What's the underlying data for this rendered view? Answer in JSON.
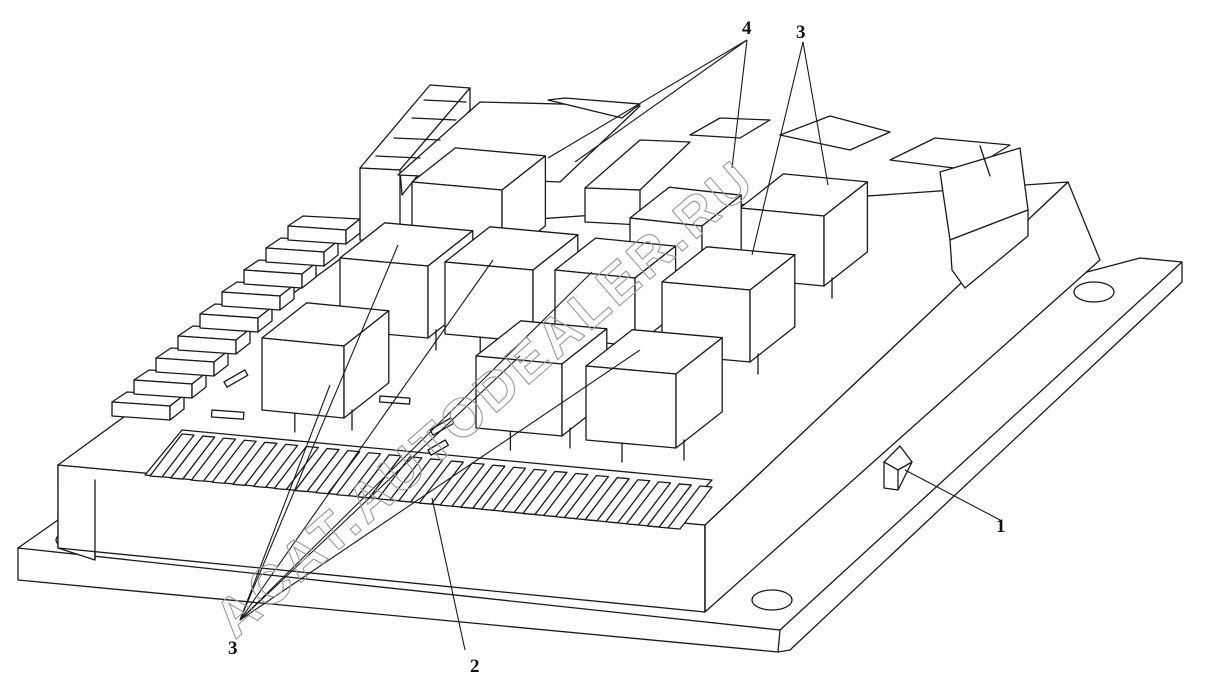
{
  "callouts": {
    "c1": "1",
    "c2": "2",
    "c3_bottom": "3",
    "c3_top": "3",
    "c4_top": "4"
  },
  "watermark": "ACAT.AUTODEALER.RU"
}
